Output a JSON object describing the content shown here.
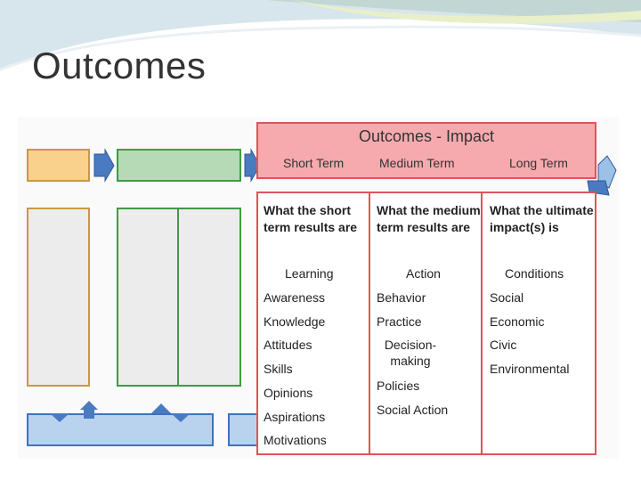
{
  "slide": {
    "title": "Outcomes"
  },
  "diagram": {
    "header_title": "Outcomes - Impact",
    "timeframes": [
      "Short Term",
      "Medium Term",
      "Long Term"
    ],
    "columns": [
      {
        "heading": "What the short term results are",
        "category": "Learning",
        "items": [
          "Awareness",
          "Knowledge",
          "Attitudes",
          "Skills",
          "Opinions",
          "Aspirations",
          "Motivations"
        ]
      },
      {
        "heading": "What the medium term results are",
        "category": "Action",
        "items": [
          "Behavior",
          "Practice",
          "Decision-making",
          "Policies",
          "Social Action"
        ]
      },
      {
        "heading": "What the ultimate impact(s) is",
        "category": "Conditions",
        "items": [
          "Social",
          "Economic",
          "Civic",
          "Environmental"
        ]
      }
    ],
    "colors": {
      "input_border": "#c79a3e",
      "input_fill": "#fad08d",
      "output_border": "#3f9b45",
      "output_fill": "#b5dab5",
      "outcome_border": "#e0535b",
      "outcome_fill": "#f6aaae",
      "assumption_border": "#3f72bd",
      "assumption_fill": "#b9d3ef"
    }
  }
}
